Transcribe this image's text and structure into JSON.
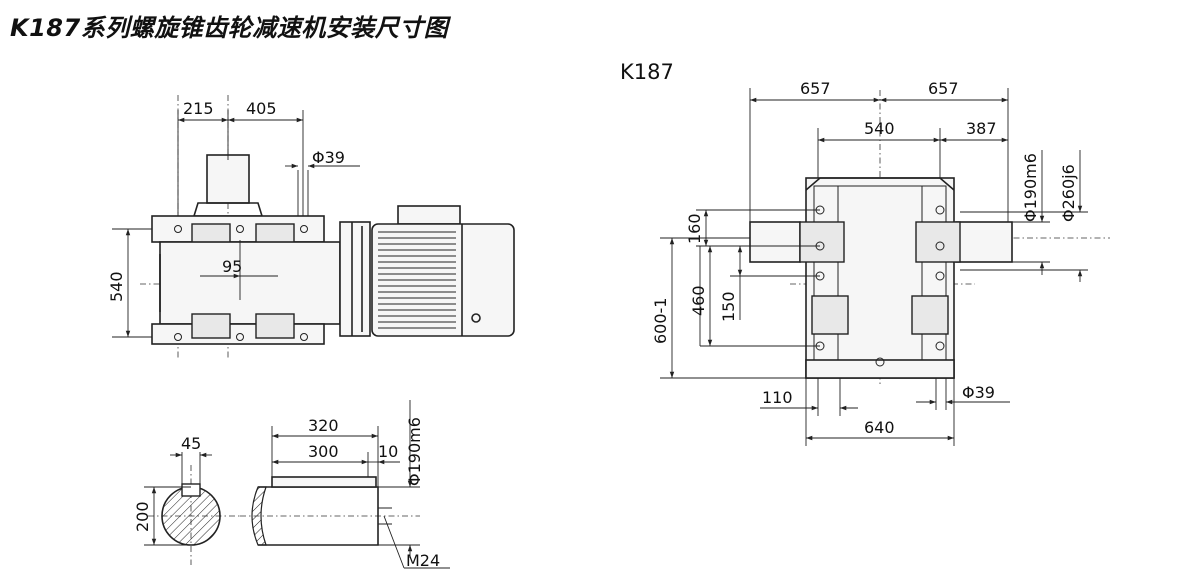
{
  "title": "K187系列螺旋锥齿轮减速机安装尺寸图",
  "model": "K187",
  "side_view": {
    "dim_215": "215",
    "dim_405": "405",
    "dim_phi39": "Φ39",
    "dim_95": "95",
    "dim_540": "540"
  },
  "shaft_view": {
    "dim_45": "45",
    "dim_200": "200",
    "dim_320": "320",
    "dim_300": "300",
    "dim_10": "10",
    "dim_phi190m6": "Φ190m6",
    "dim_m24": "M24"
  },
  "front_view": {
    "dim_657_left": "657",
    "dim_657_right": "657",
    "dim_540": "540",
    "dim_387": "387",
    "dim_phi190m6": "Φ190m6",
    "dim_phi260j6": "Φ260j6",
    "dim_160": "160",
    "dim_600_1": "600-1",
    "dim_460": "460",
    "dim_150": "150",
    "dim_110": "110",
    "dim_phi39": "Φ39",
    "dim_640": "640"
  }
}
